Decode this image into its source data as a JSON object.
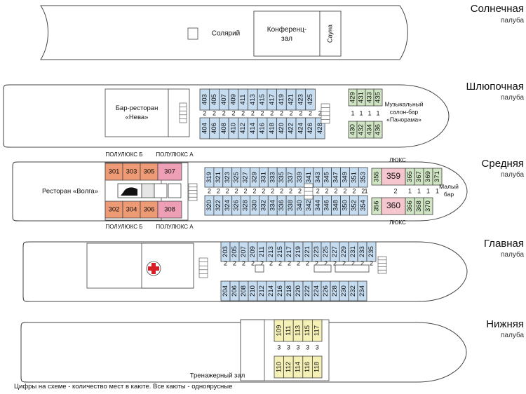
{
  "footnote": "Цифры на схеме - количество мест в каюте. Все каюты - одноярусные",
  "deck_suffix": "палуба",
  "colors": {
    "standard": "#c6dcf0",
    "music_salon": "#cfe5c3",
    "lux": "#f6c6cf",
    "semilux_a": "#ee9fb6",
    "semilux_b": "#ee9a74",
    "lower": "#f5f0b6",
    "grey": "#e6e6e6",
    "outline": "#444444"
  },
  "decks": [
    {
      "id": "solnechnaya",
      "name": "Солнечная",
      "rooms": {
        "solarium": "Солярий",
        "conference": [
          "Конференц-",
          "зал"
        ],
        "sauna": "Сауна"
      }
    },
    {
      "id": "shlyupochnaya",
      "name": "Шлюпочная",
      "bar": [
        "Бар-ресторан",
        "«Нева»"
      ],
      "music_bar": [
        "Музыкальный",
        "салон-бар",
        "«Панорама»"
      ],
      "cabins_top": [
        "403",
        "405",
        "407",
        "409",
        "411",
        "413",
        "415",
        "417",
        "419",
        "421",
        "423",
        "425"
      ],
      "cabins_bottom": [
        "404",
        "406",
        "408",
        "410",
        "412",
        "414",
        "416",
        "418",
        "420",
        "422",
        "424",
        "426",
        "428"
      ],
      "capacities": [
        "2",
        "2",
        "2",
        "2",
        "2",
        "2",
        "2",
        "2",
        "2",
        "2",
        "2",
        "2",
        "2"
      ],
      "music_top": [
        "429",
        "431",
        "433",
        "435"
      ],
      "music_bottom": [
        "430",
        "432",
        "434",
        "436"
      ],
      "music_capacities": [
        "1",
        "1",
        "1",
        "1"
      ]
    },
    {
      "id": "srednyaya",
      "name": "Средняя",
      "restaurant": "Ресторан «Волга»",
      "semilux_b_label": "ПОЛУЛЮКС Б",
      "semilux_a_label": "ПОЛУЛЮКС А",
      "lux_label": "ЛЮКС",
      "small_bar": [
        "Малый",
        "бар"
      ],
      "semilux_b_top": [
        "301",
        "303",
        "305"
      ],
      "semilux_a_top": "307",
      "semilux_b_bottom": [
        "302",
        "304",
        "306"
      ],
      "semilux_a_bottom": "308",
      "cabins_top": [
        "319",
        "321",
        "323",
        "325",
        "327",
        "329",
        "331",
        "333",
        "335",
        "337",
        "339",
        "341",
        "343",
        "345",
        "347",
        "349",
        "351",
        "353"
      ],
      "cabins_bottom": [
        "320",
        "322",
        "324",
        "326",
        "328",
        "330",
        "332",
        "334",
        "336",
        "338",
        "340",
        "342",
        "344",
        "346",
        "348",
        "350",
        "352",
        "354"
      ],
      "capacities": [
        "2",
        "2",
        "2",
        "2",
        "2",
        "2",
        "2",
        "2",
        "2",
        "2",
        "2",
        "2",
        "2",
        "2",
        "2",
        "2",
        "2",
        "2"
      ],
      "single_top": "355",
      "single_bottom": "356",
      "single_capacity": "1",
      "lux_top": "359",
      "lux_bottom": "360",
      "lux_capacity": "2",
      "bow_top": [
        "365",
        "367",
        "369",
        "371"
      ],
      "bow_bottom": [
        "366",
        "368",
        "370"
      ],
      "bow_capacities": [
        "1",
        "1",
        "1",
        "1"
      ]
    },
    {
      "id": "glavnaya",
      "name": "Главная",
      "cabins_top": [
        "203",
        "205",
        "207",
        "209",
        "211",
        "213",
        "215",
        "217",
        "219",
        "221",
        "223",
        "225",
        "227",
        "229",
        "231",
        "233",
        "235"
      ],
      "cabins_bottom": [
        "204",
        "206",
        "208",
        "210",
        "212",
        "214",
        "216",
        "218",
        "220",
        "222",
        "224",
        "226",
        "228",
        "230",
        "232",
        "234"
      ],
      "capacities_top": [
        "2",
        "2",
        "2",
        "2",
        "2",
        "2",
        "2",
        "2",
        "2",
        "2",
        "2",
        "2",
        "2",
        "2",
        "2",
        "2",
        "2"
      ],
      "capacities_bottom": [
        "2",
        "2",
        "2",
        "2",
        "2",
        "2",
        "2",
        "2",
        "2",
        "2",
        "2",
        "2",
        "2",
        "2",
        "2",
        "2"
      ]
    },
    {
      "id": "nizhnyaya",
      "name": "Нижняя",
      "gym": "Тренажерный зал",
      "cabins_top": [
        "109",
        "111",
        "113",
        "115",
        "117"
      ],
      "cabins_bottom": [
        "110",
        "112",
        "114",
        "116",
        "118"
      ],
      "capacities": [
        "3",
        "3",
        "3",
        "3",
        "3"
      ]
    }
  ]
}
